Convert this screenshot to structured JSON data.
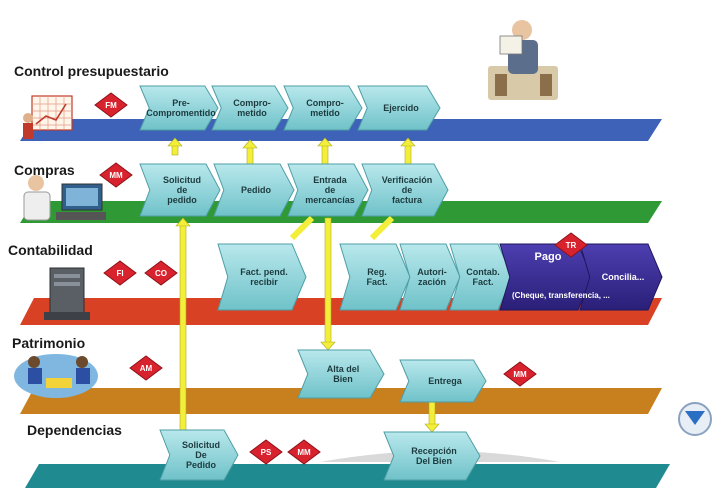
{
  "lanes": [
    {
      "key": "control",
      "label": "Control presupuestario"
    },
    {
      "key": "compras",
      "label": "Compras"
    },
    {
      "key": "contab",
      "label": "Contabilidad"
    },
    {
      "key": "patrim",
      "label": "Patrimonio"
    },
    {
      "key": "depend",
      "label": "Dependencias"
    }
  ],
  "badges": [
    {
      "key": "fm",
      "text": "FM"
    },
    {
      "key": "mm1",
      "text": "MM"
    },
    {
      "key": "fi",
      "text": "FI"
    },
    {
      "key": "co",
      "text": "CO"
    },
    {
      "key": "tr",
      "text": "TR"
    },
    {
      "key": "am",
      "text": "AM"
    },
    {
      "key": "mm2",
      "text": "MM"
    },
    {
      "key": "ps",
      "text": "PS"
    },
    {
      "key": "mm3",
      "text": "MM"
    }
  ],
  "steps": [
    {
      "key": "pre-compromiso",
      "lines": [
        "Pre-",
        "Compromentido"
      ]
    },
    {
      "key": "comprometido",
      "lines": [
        "Compro-",
        "metido"
      ]
    },
    {
      "key": "comprometido-2",
      "lines": [
        "Compro-",
        "metido"
      ]
    },
    {
      "key": "ejercido",
      "lines": [
        "Ejercido"
      ]
    },
    {
      "key": "solicitud-pedido",
      "lines": [
        "Solicitud",
        "de",
        "pedido"
      ]
    },
    {
      "key": "pedido",
      "lines": [
        "Pedido"
      ]
    },
    {
      "key": "entrada-mercancias",
      "lines": [
        "Entrada",
        "de",
        "mercancías"
      ]
    },
    {
      "key": "verificacion-factura",
      "lines": [
        "Verificación",
        "de",
        "factura"
      ]
    },
    {
      "key": "fact-pend-recibir",
      "lines": [
        "Fact. pend.",
        "recibir"
      ]
    },
    {
      "key": "reg-fact",
      "lines": [
        "Reg.",
        "Fact."
      ]
    },
    {
      "key": "autorizacion",
      "lines": [
        "Autori-",
        "zación"
      ]
    },
    {
      "key": "contab-fact",
      "lines": [
        "Contab.",
        "Fact."
      ]
    },
    {
      "key": "pago",
      "lines": [
        "Pago"
      ]
    },
    {
      "key": "conciliacion",
      "lines": [
        "Concilia..."
      ]
    },
    {
      "key": "alta-bien",
      "lines": [
        "Alta del",
        "Bien"
      ]
    },
    {
      "key": "entrega",
      "lines": [
        "Entrega"
      ]
    },
    {
      "key": "solicitud-pedido-dep",
      "lines": [
        "Solicitud",
        "De",
        "Pedido"
      ]
    },
    {
      "key": "recepcion-bien",
      "lines": [
        "Recepción",
        "Del Bien"
      ]
    }
  ],
  "payment_note": "(Cheque, transferencia, ...",
  "colors": {
    "lane_blue": "#3d62b8",
    "lane_green": "#2f9a35",
    "lane_red": "#d84123",
    "lane_orange": "#c87f1d",
    "lane_teal": "#1f8a8f",
    "step_fill": "#8fd3d9",
    "step_dark": "#3a2c8f",
    "badge": "#d8232e",
    "connector": "#f2ee3a"
  },
  "icons": {
    "control": "accountant-reading-icon",
    "control_left": "chart-presenter-icon",
    "compras": "computer-operator-icon",
    "contab": "server-computer-icon",
    "patrim": "meeting-people-icon",
    "scroll": "scroll-down-icon"
  }
}
